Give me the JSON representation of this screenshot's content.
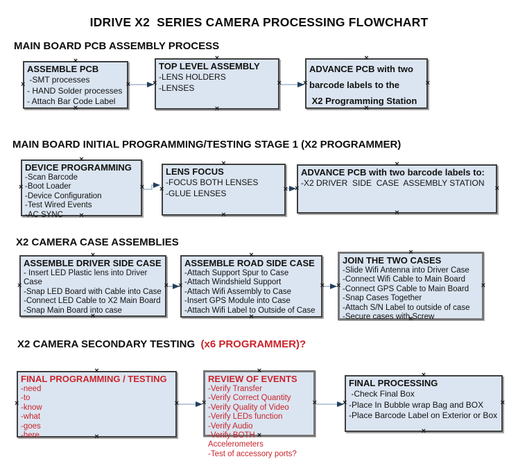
{
  "title": "IDRIVE X2  SERIES CAMERA PROCESSING FLOWCHART",
  "colors": {
    "box_fill": "#dbe5f1",
    "box_border": "#3f3f3f",
    "red_text": "#c9242b",
    "arrow_line": "#8fa6c4",
    "arrow_head": "#24405e"
  },
  "sections": [
    {
      "heading": "MAIN BOARD PCB ASSEMBLY PROCESS",
      "heading_suffix_red": "",
      "boxes": [
        {
          "title": "ASSEMBLE PCB",
          "items": [
            " -SMT processes",
            "- HAND Solder processes",
            "- Attach Bar Code Label"
          ]
        },
        {
          "title": "TOP LEVEL ASSEMBLY",
          "items": [
            "-LENS HOLDERS",
            "-LENSES"
          ]
        },
        {
          "title": "ADVANCE PCB with two barcode labels to the",
          "items": [
            " X2 Programming Station"
          ]
        }
      ]
    },
    {
      "heading": "MAIN BOARD INITIAL PROGRAMMING/TESTING STAGE 1 (X2 PROGRAMMER)",
      "heading_suffix_red": "",
      "boxes": [
        {
          "title": "DEVICE PROGRAMMING",
          "items": [
            "-Scan Barcode",
            "-Boot Loader",
            "-Device Configuration",
            "-Test Wired Events",
            "-AC SYNC"
          ]
        },
        {
          "title": "LENS FOCUS",
          "items": [
            "-FOCUS BOTH LENSES",
            "-GLUE LENSES"
          ]
        },
        {
          "title": "ADVANCE PCB with two barcode labels to:",
          "items": [
            "-X2 DRIVER  SIDE  CASE  ASSEMBLY STATION"
          ]
        }
      ]
    },
    {
      "heading": "X2 CAMERA CASE ASSEMBLIES",
      "heading_suffix_red": "",
      "boxes": [
        {
          "title": "ASSEMBLE DRIVER SIDE CASE",
          "items": [
            "- Insert LED Plastic lens into Driver Case",
            "-Snap LED Board with Cable into Case",
            "-Connect LED Cable to X2 Main Board",
            "-Snap Main Board into case"
          ]
        },
        {
          "title": "ASSEMBLE ROAD SIDE CASE",
          "items": [
            "-Attach Support Spur to Case",
            "-Attach Windshield Support",
            "-Attach Wifi Assembly to Case",
            "-Insert GPS Module into Case",
            "-Attach Wifi Label to Outside of Case"
          ]
        },
        {
          "title": "JOIN THE TWO CASES",
          "items": [
            "-Slide Wifi Antenna into Driver Case",
            "-Connect Wifi Cable to Main Board",
            "-Connect GPS Cable to Main Board",
            "-Snap Cases Together",
            "-Attach S/N Label to outside of case",
            "-Secure cases with Screw"
          ]
        }
      ]
    },
    {
      "heading": "X2 CAMERA SECONDARY TESTING  ",
      "heading_suffix_red": "(x6 PROGRAMMER)?",
      "boxes": [
        {
          "title": "FINAL PROGRAMMING / TESTING",
          "items": [
            "-need",
            "-to",
            "-know",
            "-what",
            "-goes",
            "-here"
          ]
        },
        {
          "title": "REVIEW OF EVENTS",
          "items": [
            "-Verify Transfer",
            "-Verify Correct Quantity",
            "-Verify Quality of Video",
            "-Verify LEDs function",
            "-Verify Audio",
            "-Verify BOTH Accelerometers",
            "-Test of accessory ports?"
          ]
        },
        {
          "title": "FINAL PROCESSING",
          "items": [
            " -Check Final Box",
            "-Place In Bubble wrap Bag and BOX",
            "-Place Barcode Label on Exterior or Box"
          ]
        }
      ]
    }
  ]
}
